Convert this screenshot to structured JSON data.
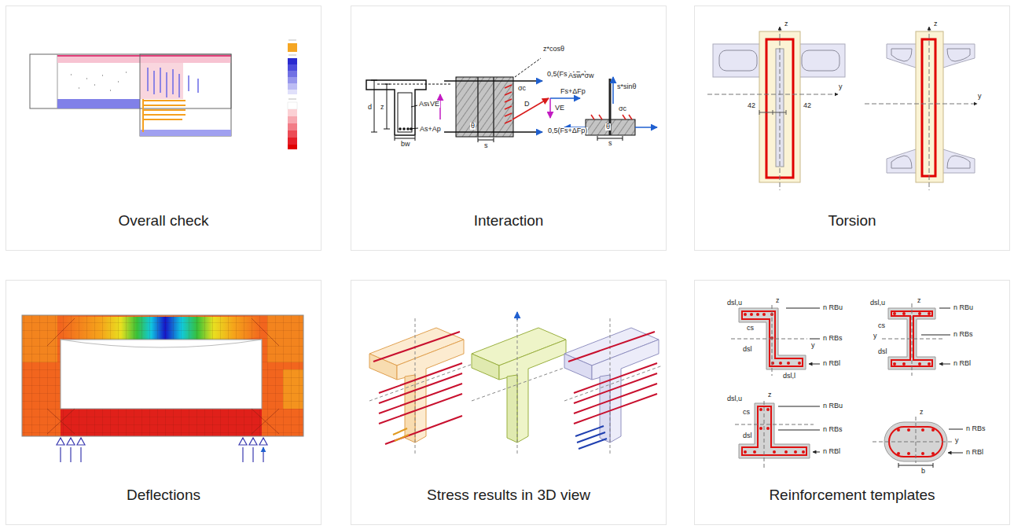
{
  "diagram": {
    "nodes": [
      {
        "text": [
          "Overall check"
        ]
      },
      {
        "text": [
          "Interaction"
        ]
      },
      {
        "text": [
          "Torsion"
        ]
      },
      {
        "text": [
          "Deflections"
        ]
      },
      {
        "text": [
          "Stress results in 3D view"
        ]
      },
      {
        "text": [
          "Reinforcement templates"
        ]
      }
    ],
    "labels": [
      "d",
      "z",
      "Asw",
      "As+Ap",
      "bw",
      "VE",
      "s",
      "0,5(Fs+ΔFp)",
      "z*cosθ",
      "σc",
      "D",
      "Fs+ΔFp",
      "VE",
      "θ",
      "0,5(Fs+ΔFp)",
      "Asw*σw",
      "s*sinθ",
      "σc",
      "θ",
      "s",
      "z",
      "y",
      "42",
      "42",
      "z",
      "y",
      "dsl,u",
      "z",
      "cs",
      "dsl",
      "y",
      "dsl,l",
      "n RBu",
      "n RBs",
      "n RBl",
      "dsl,u",
      "z",
      "cs",
      "y",
      "dsl",
      "n RBu",
      "n RBs",
      "n RBl",
      "dsl,u",
      "z",
      "cs",
      "dsl",
      "n RBu",
      "n RBs",
      "n RBl",
      "z",
      "y",
      "n RBs",
      "n RBl",
      "b"
    ]
  }
}
